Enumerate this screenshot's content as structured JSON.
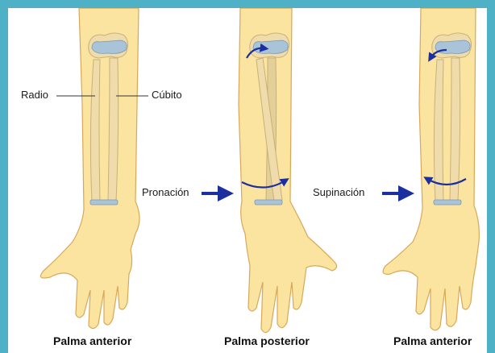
{
  "labels": {
    "radio": "Radio",
    "cubito": "Cúbito",
    "pronacion": "Pronación",
    "supinacion": "Supinación"
  },
  "captions": {
    "left": "Palma anterior",
    "middle": "Palma posterior",
    "right": "Palma anterior"
  },
  "colors": {
    "frame": "#4eb1c6",
    "skin": "#fbe3a0",
    "skin_outline": "#d7a85a",
    "bone": "#efdcaa",
    "bone_shadow": "#c9b079",
    "cartilage": "#a9c4d8",
    "arrow": "#1b2f9e"
  }
}
